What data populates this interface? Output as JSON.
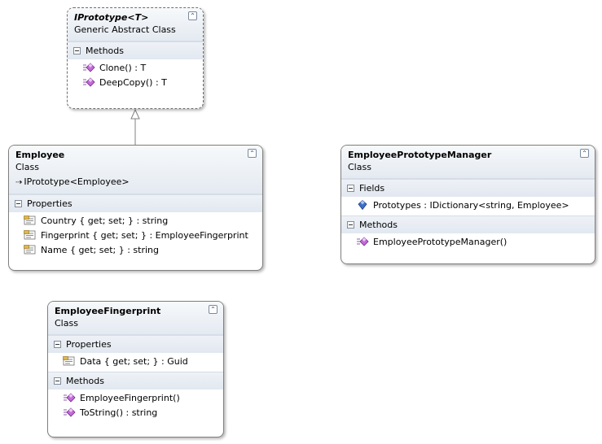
{
  "classes": {
    "iprototype": {
      "name": "IPrototype<T>",
      "stereotype": "Generic Abstract Class",
      "collapse": "⌃",
      "sections": [
        {
          "title": "Methods",
          "members": [
            {
              "text": "Clone() : T",
              "icon": "method-icon"
            },
            {
              "text": "DeepCopy() : T",
              "icon": "method-icon"
            }
          ]
        }
      ]
    },
    "employee": {
      "name": "Employee",
      "stereotype": "Class",
      "inherits": "IPrototype<Employee>",
      "collapse": "⌃",
      "sections": [
        {
          "title": "Properties",
          "members": [
            {
              "text": "Country { get; set; } : string",
              "icon": "property-icon"
            },
            {
              "text": "Fingerprint { get; set; } : EmployeeFingerprint",
              "icon": "property-icon"
            },
            {
              "text": "Name { get; set; } : string",
              "icon": "property-icon"
            }
          ]
        }
      ]
    },
    "manager": {
      "name": "EmployeePrototypeManager",
      "stereotype": "Class",
      "collapse": "⌃",
      "sections": [
        {
          "title": "Fields",
          "members": [
            {
              "text": "Prototypes : IDictionary<string, Employee>",
              "icon": "field-icon"
            }
          ]
        },
        {
          "title": "Methods",
          "members": [
            {
              "text": "EmployeePrototypeManager()",
              "icon": "method-icon"
            }
          ]
        }
      ]
    },
    "fingerprint": {
      "name": "EmployeeFingerprint",
      "stereotype": "Class",
      "collapse": "⌃",
      "sections": [
        {
          "title": "Properties",
          "members": [
            {
              "text": "Data { get; set; } : Guid",
              "icon": "property-icon"
            }
          ]
        },
        {
          "title": "Methods",
          "members": [
            {
              "text": "EmployeeFingerprint()",
              "icon": "method-icon"
            },
            {
              "text": "ToString() : string",
              "icon": "method-icon"
            }
          ]
        }
      ]
    }
  }
}
